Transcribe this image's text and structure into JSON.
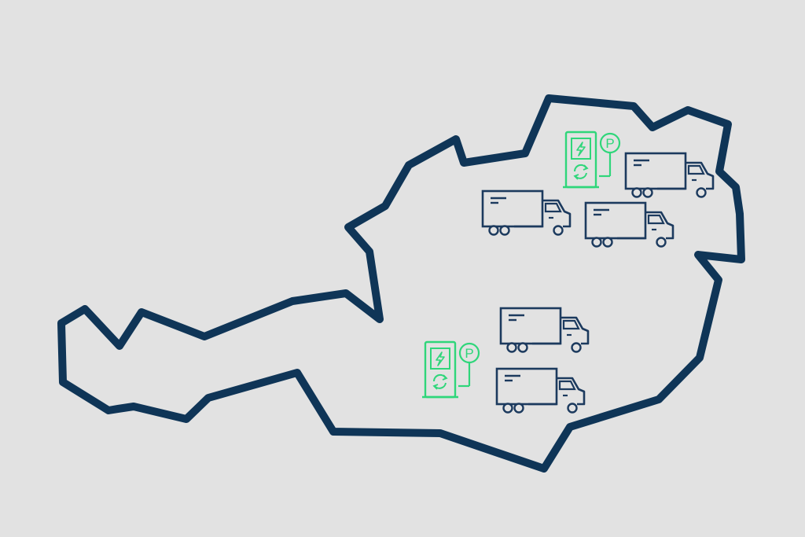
{
  "colors": {
    "background": "#e2e2e2",
    "outline": "#0f3557",
    "truck": "#1c3a5e",
    "charger": "#2fd67a"
  },
  "map": {
    "icon": "austria-outline-map"
  },
  "hubs": [
    {
      "icon": "charging-station-icon",
      "parking_icon": "parking-icon",
      "parking_letter": "P"
    },
    {
      "icon": "charging-station-icon",
      "parking_icon": "parking-icon",
      "parking_letter": "P"
    }
  ],
  "trucks": [
    {
      "icon": "truck-icon"
    },
    {
      "icon": "truck-icon"
    },
    {
      "icon": "truck-icon"
    },
    {
      "icon": "truck-icon"
    },
    {
      "icon": "truck-icon"
    }
  ]
}
